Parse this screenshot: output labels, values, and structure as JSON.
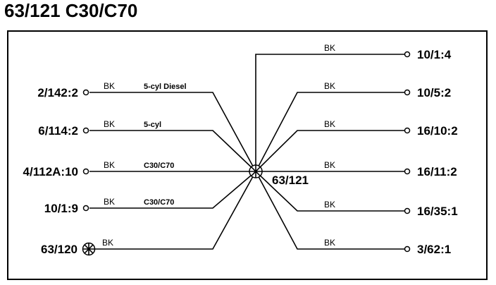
{
  "title": "63/121 C30/C70",
  "splice_label": "63/121",
  "left_connections": [
    {
      "terminal": "2/142:2",
      "wire_color": "BK",
      "note": "5-cyl  Diesel",
      "symbol": "terminal-circle"
    },
    {
      "terminal": "6/114:2",
      "wire_color": "BK",
      "note": "5-cyl",
      "symbol": "terminal-circle"
    },
    {
      "terminal": "4/112A:10",
      "wire_color": "BK",
      "note": "C30/C70",
      "symbol": "terminal-circle"
    },
    {
      "terminal": "10/1:9",
      "wire_color": "BK",
      "note": "C30/C70",
      "symbol": "terminal-circle"
    },
    {
      "terminal": "63/120",
      "wire_color": "BK",
      "note": "",
      "symbol": "ground-point"
    }
  ],
  "right_connections": [
    {
      "terminal": "10/1:4",
      "wire_color": "BK"
    },
    {
      "terminal": "10/5:2",
      "wire_color": "BK"
    },
    {
      "terminal": "16/10:2",
      "wire_color": "BK"
    },
    {
      "terminal": "16/11:2",
      "wire_color": "BK"
    },
    {
      "terminal": "16/35:1",
      "wire_color": "BK"
    },
    {
      "terminal": "3/62:1",
      "wire_color": "BK"
    }
  ]
}
